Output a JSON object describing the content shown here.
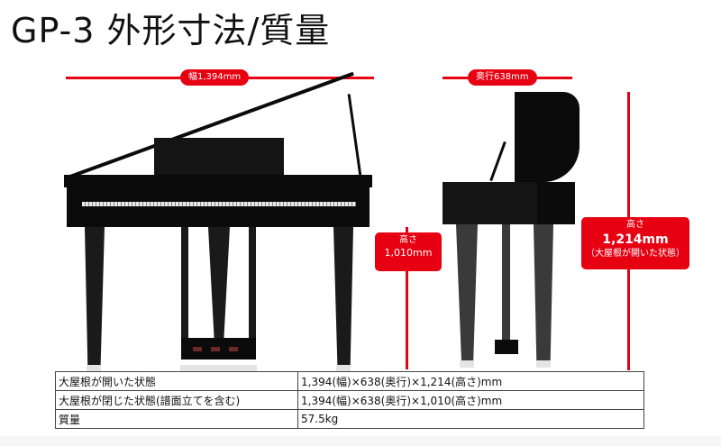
{
  "header": {
    "title": "GP-3 外形寸法/質量"
  },
  "diagram": {
    "front_view": {
      "width_label": "幅1,394mm",
      "height_label_line1": "高さ",
      "height_label_line2": "1,010mm"
    },
    "side_view": {
      "depth_label": "奥行638mm",
      "height_label_line1": "高さ",
      "height_label_line2": "1,214mm",
      "height_label_line3": "（大屋根が開いた状態）"
    },
    "accent_color": "#e60012"
  },
  "spec_table": {
    "rows": [
      {
        "label": "大屋根が開いた状態",
        "value": "1,394(幅)×638(奥行)×1,214(高さ)mm"
      },
      {
        "label": "大屋根が閉じた状態(譜面立てを含む)",
        "value": "1,394(幅)×638(奥行)×1,010(高さ)mm"
      },
      {
        "label": "質量",
        "value": "57.5kg"
      }
    ]
  }
}
